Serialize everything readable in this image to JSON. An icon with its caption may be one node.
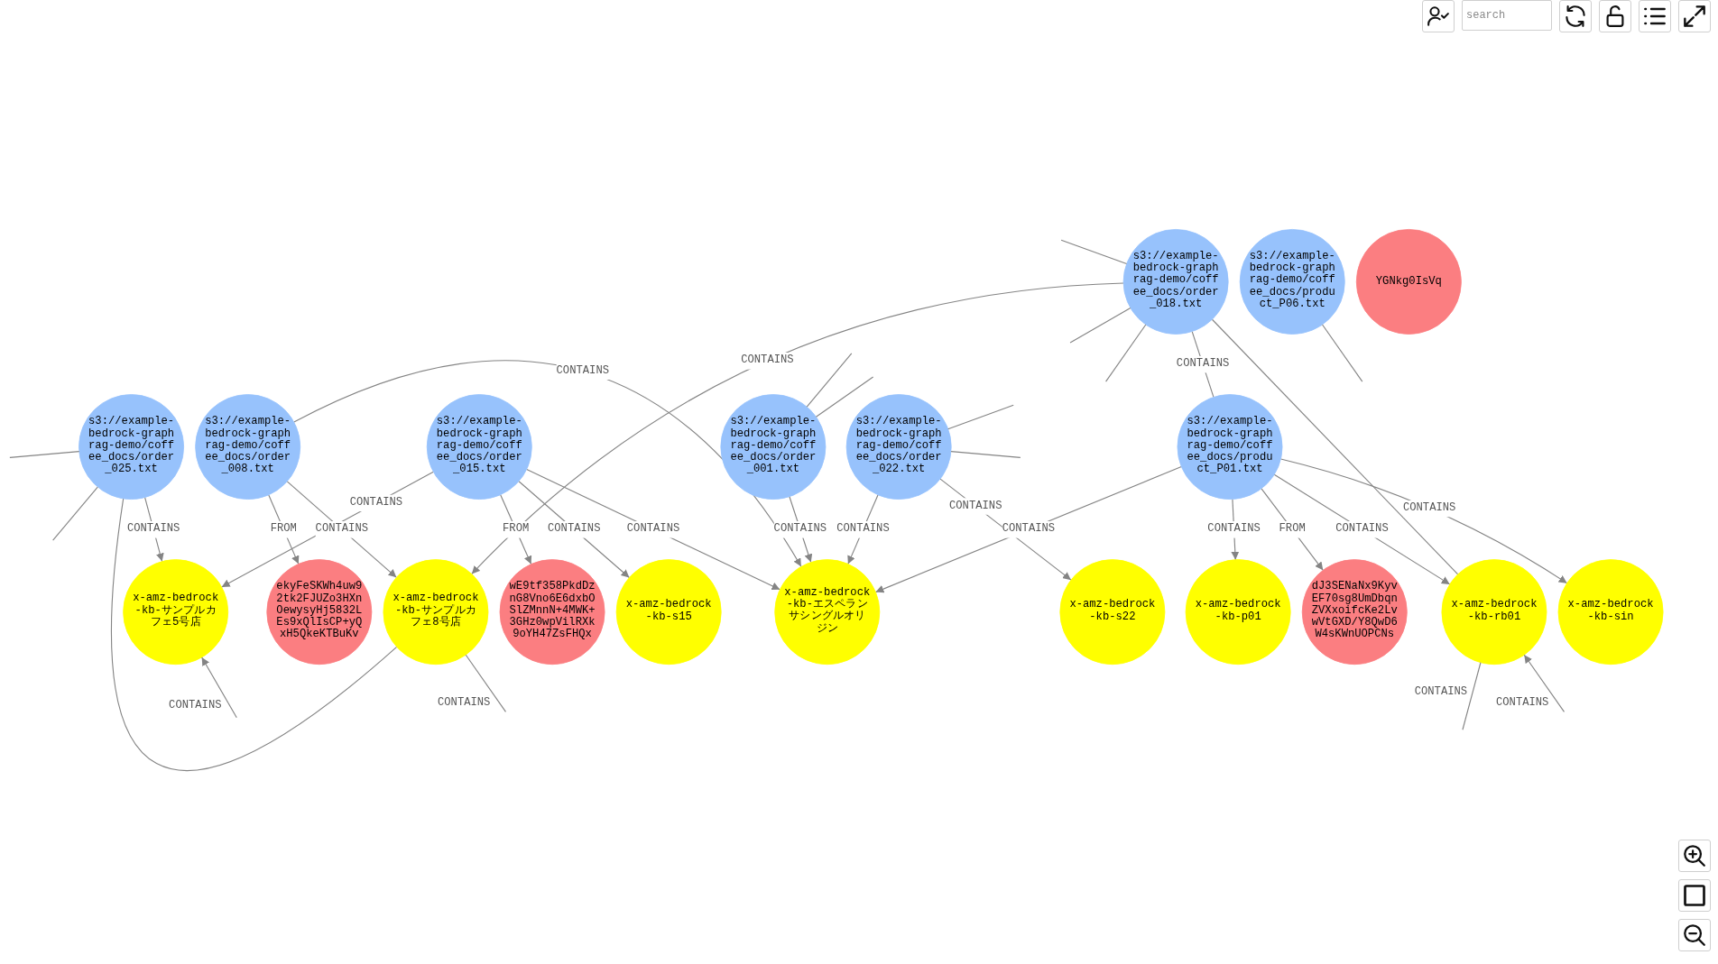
{
  "diagram": {
    "nodes": [
      {
        "text": [
          "s3://example-bedrock-graphrag-demo/coffee_docs/order_018.txt"
        ]
      },
      {
        "text": [
          "s3://example-bedrock-graphrag-demo/coffee_docs/order_025.txt"
        ]
      },
      {
        "text": [
          "s3://example-bedrock-graphrag-demo/coffee_docs/product_P06.txt"
        ]
      },
      {
        "text": [
          "x-amz-bedrock-kb-サンプルカフェ5号店"
        ]
      },
      {
        "text": [
          "ekyFeSKWh4uw92tk2FJUZo3HXnOewysyHj5832LEs9xQlIsCP+yQxH5QkeKTBuKv"
        ]
      },
      {
        "text": [
          "x-amz-bedrock-kb-サンプルカフェ8号店"
        ]
      },
      {
        "text": [
          "x-amz-bedrock-kb-rb01"
        ]
      },
      {
        "text": [
          "s3://example-bedrock-graphrag-demo/coffee_docs/order_008.txt"
        ]
      },
      {
        "text": [
          "wE9tf358PkdDznG8Vno6E6dxbOSlZMnnN+4MWK+3GHz0wpVilRXk9oYH47ZsFHQx"
        ]
      },
      {
        "text": [
          "s3://example-bedrock-graphrag-demo/coffee_docs/order_015.txt"
        ]
      },
      {
        "text": [
          "s3://example-bedrock-graphrag-demo/coffee_docs/product_P01.txt"
        ]
      },
      {
        "text": [
          "x-amz-bedrock-kb-p01"
        ]
      },
      {
        "text": [
          "x-amz-bedrock-kb-s15"
        ]
      },
      {
        "text": [
          "x-amz-bedrock-kb-エスペランサシングルオリジン"
        ]
      },
      {
        "text": [
          "x-amz-bedrock-kb-s22"
        ]
      },
      {
        "text": [
          "dJ3SENaNx9KyvEF70sg8UmDbqnZVXxoifcKe2LvwVtGXD/Y8QwD6W4sKWnUOPCNs"
        ]
      },
      {
        "text": [
          "s3://example-bedrock-graphrag-demo/coffee_docs/order_001.txt"
        ]
      },
      {
        "text": [
          "s3://example-bedrock-graphrag-demo/coffee_docs/order_022.txt"
        ]
      },
      {
        "text": [
          "x-amz-bedrock-kb-sin"
        ]
      },
      {
        "text": [
          "YGNkg0IsVq"
        ]
      }
    ],
    "edges": [
      {
        "from": 0,
        "to": 5,
        "arrow": "to",
        "label": "CONTAINS"
      },
      {
        "from": 0,
        "to": 10,
        "arrow": "none",
        "label": "CONTAINS"
      },
      {
        "from": 0,
        "to": 6,
        "arrow": "none"
      },
      {
        "from": 0,
        "to": null,
        "arrow": "none"
      },
      {
        "from": 0,
        "to": null,
        "arrow": "none"
      },
      {
        "from": 0,
        "to": null,
        "arrow": "none"
      },
      {
        "from": 1,
        "to": 3,
        "arrow": "to",
        "label": "CONTAINS"
      },
      {
        "from": 1,
        "to": 5,
        "arrow": "none"
      },
      {
        "from": 1,
        "to": null,
        "arrow": "none"
      },
      {
        "from": 1,
        "to": null,
        "arrow": "none"
      },
      {
        "from": 2,
        "to": null,
        "arrow": "none"
      },
      {
        "from": null,
        "to": 3,
        "arrow": "to",
        "label": "CONTAINS"
      },
      {
        "from": 5,
        "to": null,
        "arrow": "none",
        "label": "CONTAINS"
      },
      {
        "from": null,
        "to": 6,
        "arrow": "to",
        "label": "CONTAINS"
      },
      {
        "from": null,
        "to": 6,
        "arrow": "none",
        "label": "CONTAINS"
      },
      {
        "from": 7,
        "to": 5,
        "arrow": "to",
        "label": "CONTAINS"
      },
      {
        "from": 7,
        "to": 4,
        "arrow": "to",
        "label": "FROM"
      },
      {
        "from": 7,
        "to": 13,
        "arrow": "to",
        "label": "CONTAINS"
      },
      {
        "from": 9,
        "to": 3,
        "arrow": "to",
        "label": "CONTAINS"
      },
      {
        "from": 9,
        "to": 8,
        "arrow": "to",
        "label": "FROM"
      },
      {
        "from": 9,
        "to": 12,
        "arrow": "to",
        "label": "CONTAINS"
      },
      {
        "from": 9,
        "to": 13,
        "arrow": "to",
        "label": "CONTAINS"
      },
      {
        "from": 10,
        "to": 6,
        "arrow": "to",
        "label": "CONTAINS"
      },
      {
        "from": 10,
        "to": 11,
        "arrow": "to",
        "label": "CONTAINS"
      },
      {
        "from": 10,
        "to": 15,
        "arrow": "to",
        "label": "FROM"
      },
      {
        "from": 10,
        "to": 13,
        "arrow": "to",
        "label": "CONTAINS"
      },
      {
        "from": 10,
        "to": 18,
        "arrow": "to",
        "label": "CONTAINS"
      },
      {
        "from": 16,
        "to": 13,
        "arrow": "to",
        "label": "CONTAINS"
      },
      {
        "from": 16,
        "to": null,
        "arrow": "none"
      },
      {
        "from": 16,
        "to": null,
        "arrow": "none"
      },
      {
        "from": 17,
        "to": 13,
        "arrow": "to",
        "label": "CONTAINS"
      },
      {
        "from": 17,
        "to": 14,
        "arrow": "to",
        "label": "CONTAINS"
      },
      {
        "from": 17,
        "to": null,
        "arrow": "none"
      },
      {
        "from": 17,
        "to": null,
        "arrow": "none"
      }
    ],
    "labels": [
      "search"
    ]
  }
}
